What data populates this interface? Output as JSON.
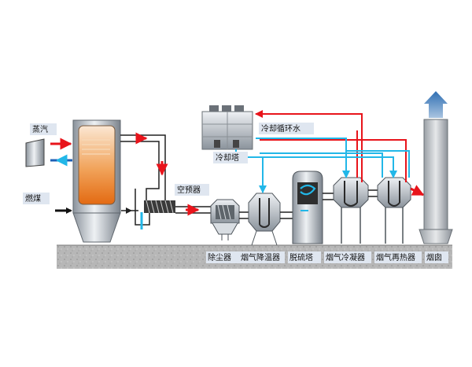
{
  "labels": {
    "steam": "蒸汽",
    "coal": "燃煤",
    "air_preheater": "空预器",
    "cooling_tower": "冷却塔",
    "cooling_water": "冷却循环水",
    "dust_collector": "除尘器",
    "flue_gas_cooler": "烟气降温器",
    "desulfurization_tower": "脱硫塔",
    "flue_gas_condenser": "烟气冷凝器",
    "flue_gas_reheater": "烟气再热器",
    "chimney": "烟囱"
  },
  "colors": {
    "hot_flow": "#e8141b",
    "cold_flow": "#22b7e8",
    "pipe_outline": "#202020",
    "ground": "#b9b9b9",
    "steel": "#c9ced4",
    "flame": "#e7781f"
  },
  "icons": {
    "flow_arrow": "arrow-icon",
    "exhaust": "up-arrow-icon"
  }
}
